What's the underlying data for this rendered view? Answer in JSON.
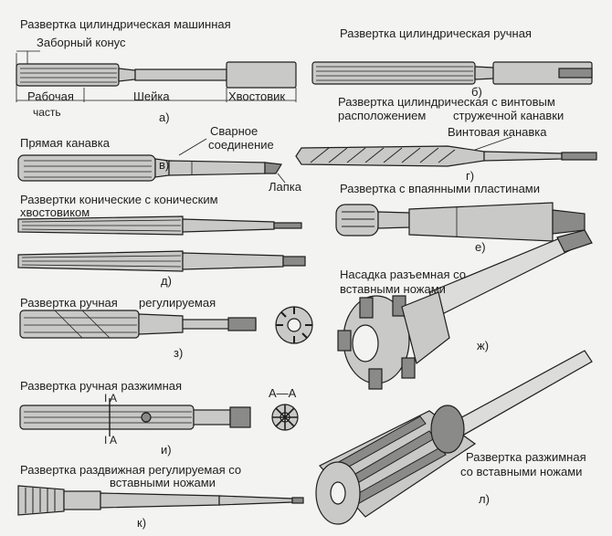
{
  "colors": {
    "ink": "#1e1e1e",
    "paper": "#f3f3f1",
    "tool_fill": "#c9c9c7",
    "dark_fill": "#8a8a88"
  },
  "labels": {
    "a_title": "Развертка цилиндрическая машинная",
    "intake_cone": "Заборный конус",
    "working_1": "Рабочая",
    "working_2": "часть",
    "neck": "Шейка",
    "shank": "Хвостовик",
    "a": "а)",
    "b_title": "Развертка цилиндрическая ручная",
    "b": "б)",
    "g_title_1": "Развертка цилиндрическая с винтовым",
    "g_title_2_a": "расположением",
    "g_title_2_b": "стружечной канавки",
    "straight_groove": "Прямая канавка",
    "weld_1": "Сварное",
    "weld_2": "соединение",
    "v": "в)",
    "tang": "Лапка",
    "helical_groove": "Винтовая канавка",
    "g": "г)",
    "d_title_1": "Развертки конические с коническим",
    "d_title_2": "хвостовиком",
    "d": "д)",
    "e_title": "Развертка с впаянными пластинами",
    "e": "е)",
    "zh_title_1": "Насадка разъемная со",
    "zh_title_2": "вставными ножами",
    "zh": "ж)",
    "z_title_a": "Развертка ручная",
    "z_title_b": "регулируемая",
    "z": "з)",
    "i_title": "Развертка ручная разжимная",
    "section_mark_top": "I A",
    "section_mark_bottom": "I A",
    "section_aa": "А—А",
    "i": "и)",
    "k_title_1": "Развертка раздвижная регулируемая со",
    "k_title_2": "вставными ножами",
    "k": "к)",
    "l_title_1": "Развертка разжимная",
    "l_title_2": "со вставными ножами",
    "l": "л)"
  }
}
